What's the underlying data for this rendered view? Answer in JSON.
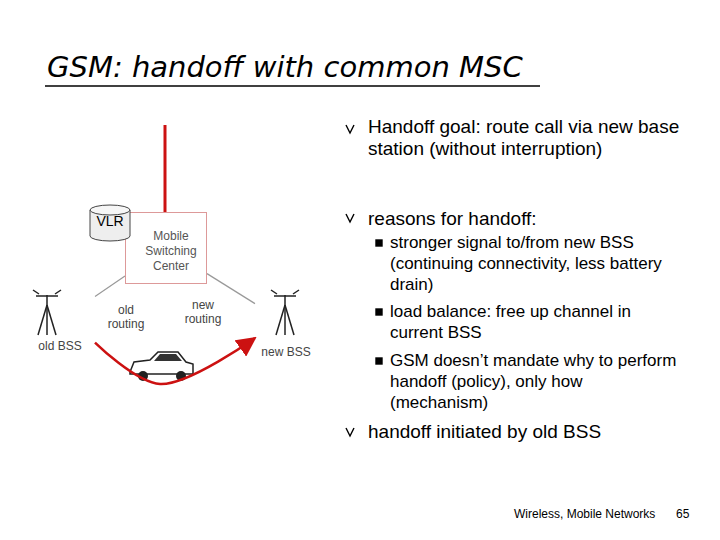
{
  "diagram": {
    "title": "GSM: handoff with common MSC",
    "nodes": [
      {
        "text": [
          "Mobile Switching Center"
        ]
      },
      {
        "text": [
          "VLR"
        ]
      },
      {
        "text": [
          "old BSS"
        ]
      },
      {
        "text": [
          "new BSS"
        ]
      }
    ],
    "edges": [
      {
        "from": 0,
        "to": 2,
        "label": "old routing",
        "arrow": "none"
      },
      {
        "from": 0,
        "to": 3,
        "label": "new routing",
        "arrow": "none"
      },
      {
        "from": 2,
        "to": 3,
        "arrow": "to"
      }
    ],
    "labels": [
      "Handoff goal: route call via new base station (without interruption)",
      "reasons for handoff:",
      "stronger signal to/from new BSS (continuing connectivity, less battery drain)",
      "load balance: free up channel in current BSS",
      "GSM doesn’t mandate why to perform handoff (policy), only how (mechanism)",
      "handoff initiated by old BSS",
      "Wireless, Mobile Networks",
      "65"
    ]
  }
}
